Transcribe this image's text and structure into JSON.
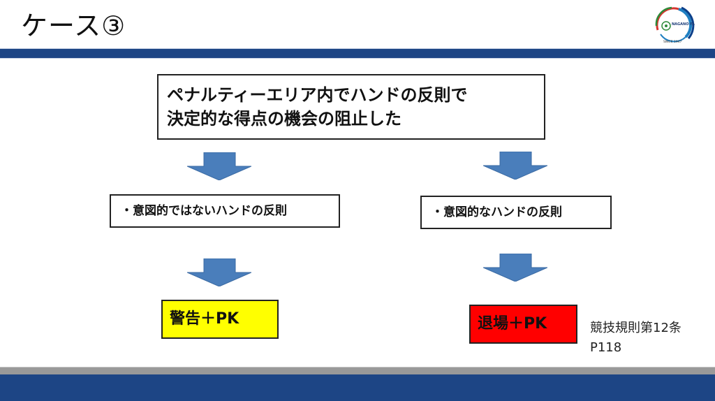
{
  "slide": {
    "title": "ケース③",
    "logo": {
      "name": "NAGANO FA",
      "tagline": "SINCE 1947",
      "colors": [
        "#d6342f",
        "#2e8b3a",
        "#1f7fc1",
        "#0b3f8a"
      ]
    }
  },
  "diagram": {
    "main_box": {
      "lines": [
        "ペナルティーエリア内でハンドの反則で",
        "決定的な得点の機会の阻止した"
      ]
    },
    "branches": [
      {
        "condition": "・意図的ではないハンドの反則",
        "result": "警告＋PK",
        "result_color": "#ffff00"
      },
      {
        "condition": "・意図的なハンドの反則",
        "result": "退場＋PK",
        "result_color": "#ff0000"
      }
    ],
    "arrow_color": "#4a7ebb",
    "arrow_border": "#3a6aa3"
  },
  "reference": {
    "line1": "競技規則第12条",
    "line2": "P118"
  },
  "theme": {
    "bar_navy": "#1d4585",
    "bar_grey": "#999999"
  }
}
